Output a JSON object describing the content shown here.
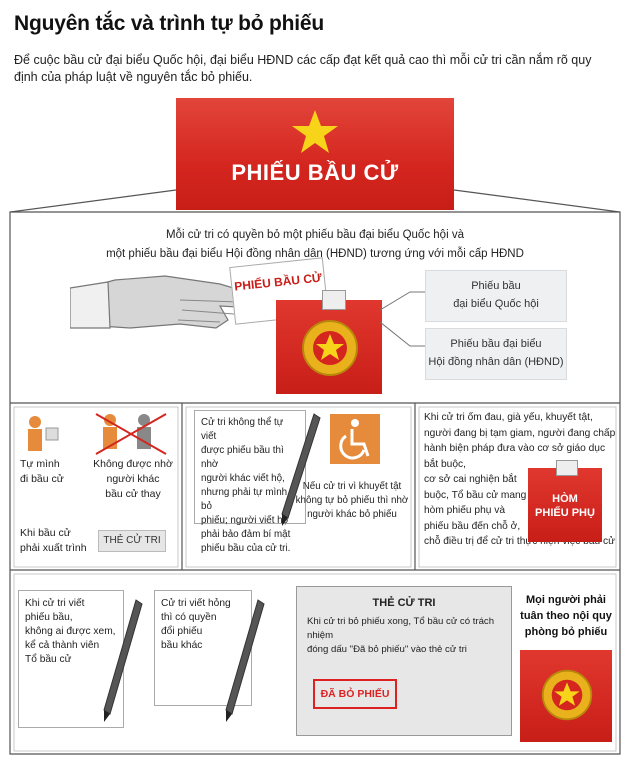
{
  "header": {
    "title": "Nguyên tắc và trình tự bỏ phiếu",
    "intro": "Để cuộc bầu cử đại biểu Quốc hội, đại biểu HĐND các cấp đạt kết quả cao thì mỗi cử tri cần nắm rõ quy định của pháp luật về nguyên tắc bỏ phiếu."
  },
  "ballot_banner": {
    "label": "PHIẾU BẦU CỬ"
  },
  "panel_top": {
    "line1": "Mỗi cử tri có quyền bỏ một phiếu bầu đại biểu Quốc hội và",
    "line2": "một phiếu bầu đại biểu Hội đồng nhân dân (HĐND) tương ứng với mỗi cấp HĐND",
    "hand_ballot_label": "PHIẾU BẦU CỬ",
    "box1_line1": "Phiếu bầu",
    "box1_line2": "đại biểu Quốc hội",
    "box2_line1": "Phiếu bầu đại biểu",
    "box2_line2": "Hội đồng nhân dân (HĐND)"
  },
  "row2": {
    "self_vote_line1": "Tự mình",
    "self_vote_line2": "đi bầu cử",
    "no_proxy_line1": "Không được nhờ",
    "no_proxy_line2": "người khác",
    "no_proxy_line3": "bầu cử thay",
    "show_card_line1": "Khi bầu cử",
    "show_card_line2": "phải xuất trình",
    "voter_card_label": "THẺ CỬ TRI",
    "illiterate_lines": [
      "Cử tri không thể tự viết",
      "được phiếu bầu thì nhờ",
      "người khác viết hộ,",
      "nhưng phải tự mình bỏ",
      "phiếu; người viết hộ",
      "phải bảo đảm bí mật",
      "phiếu bầu của cử tri."
    ],
    "disabled_lines": [
      "Nếu cử tri vì khuyết tật",
      "không tự bỏ phiếu thì nhờ",
      "người khác bỏ phiếu"
    ],
    "sick_lines": [
      "Khi cử tri ốm đau, già yếu, khuyết tật,",
      "người đang bị tạm giam, người đang chấp",
      "hành biện pháp đưa vào cơ sở giáo dục",
      "bắt buộc,",
      "cơ sở cai nghiện bắt",
      "buộc, Tổ bầu cử mang",
      "hòm phiếu phụ và",
      "phiếu bầu đến chỗ ở,",
      "chỗ điều trị  để cử tri thực hiện việc bầu cử"
    ],
    "aux_box_line1": "HÒM",
    "aux_box_line2": "PHIẾU PHỤ"
  },
  "row3": {
    "secret_lines": [
      "Khi cử tri viết",
      "phiếu bầu,",
      "không ai được xem,",
      "kể cả thành viên",
      "Tổ bầu cử"
    ],
    "spoiled_lines": [
      "Cử tri viết hỏng",
      "thì có quyền",
      "đổi phiếu",
      "bầu khác"
    ],
    "voter_card_title": "THẺ CỬ TRI",
    "voter_card_text1": "Khi cử tri bỏ phiếu xong, Tổ bầu cử có trách nhiệm",
    "voter_card_text2": "đóng dấu \"Đã bỏ phiếu\" vào thẻ cử tri",
    "stamp_label": "ĐÃ BỎ PHIẾU",
    "rules_line1": "Mọi người phải",
    "rules_line2": "tuân theo nội quy",
    "rules_line3": "phòng bỏ phiếu"
  },
  "colors": {
    "accent_red": "#d4261f",
    "star_yellow": "#f7d31a",
    "panel_gray": "#eef0f2"
  }
}
